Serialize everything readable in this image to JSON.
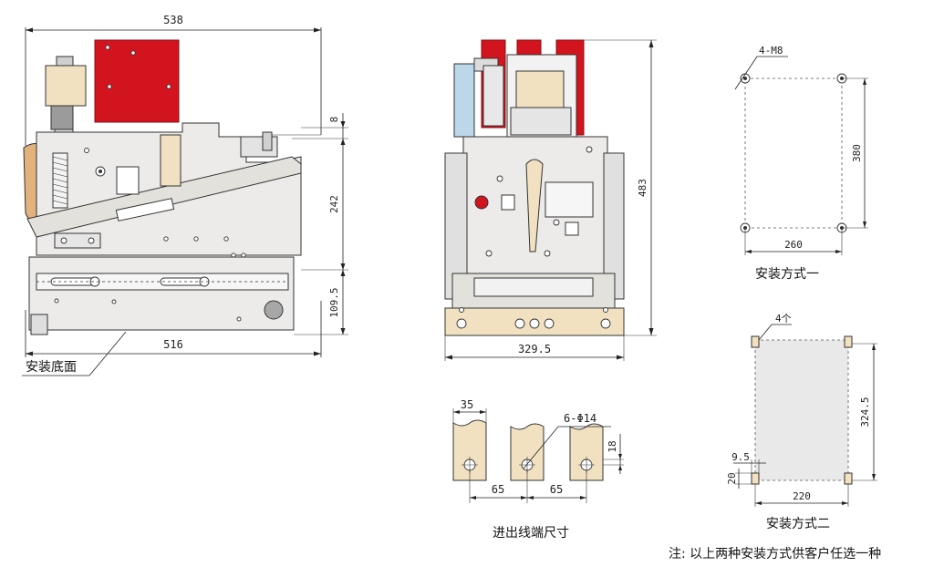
{
  "dimensions": {
    "side_top_width": "538",
    "side_bottom_width": "516",
    "side_h_small": "8",
    "side_h_mid": "242",
    "side_h_bottom": "109.5",
    "front_width": "329.5",
    "front_height": "483",
    "term_width": "35",
    "term_hole_spec": "6-Φ14",
    "term_offset": "18",
    "term_pitch_left": "65",
    "term_pitch_right": "65",
    "m1_holes": "4-M8",
    "m1_height": "380",
    "m1_width": "260",
    "m2_holes": "4个",
    "m2_height": "324.5",
    "m2_width": "220",
    "m2_offset_x": "9.5",
    "m2_offset_y": "20"
  },
  "labels": {
    "mount_base": "安装底面",
    "method_one": "安装方式一",
    "method_two": "安装方式二",
    "terminal_size": "进出线端尺寸",
    "note": "注: 以上两种安装方式供客户任选一种"
  },
  "colors": {
    "accent_red": "#d2141e",
    "tan": "#f1e1c1",
    "body": "#ecebe9",
    "connector_blue": "#bcd6ea"
  }
}
